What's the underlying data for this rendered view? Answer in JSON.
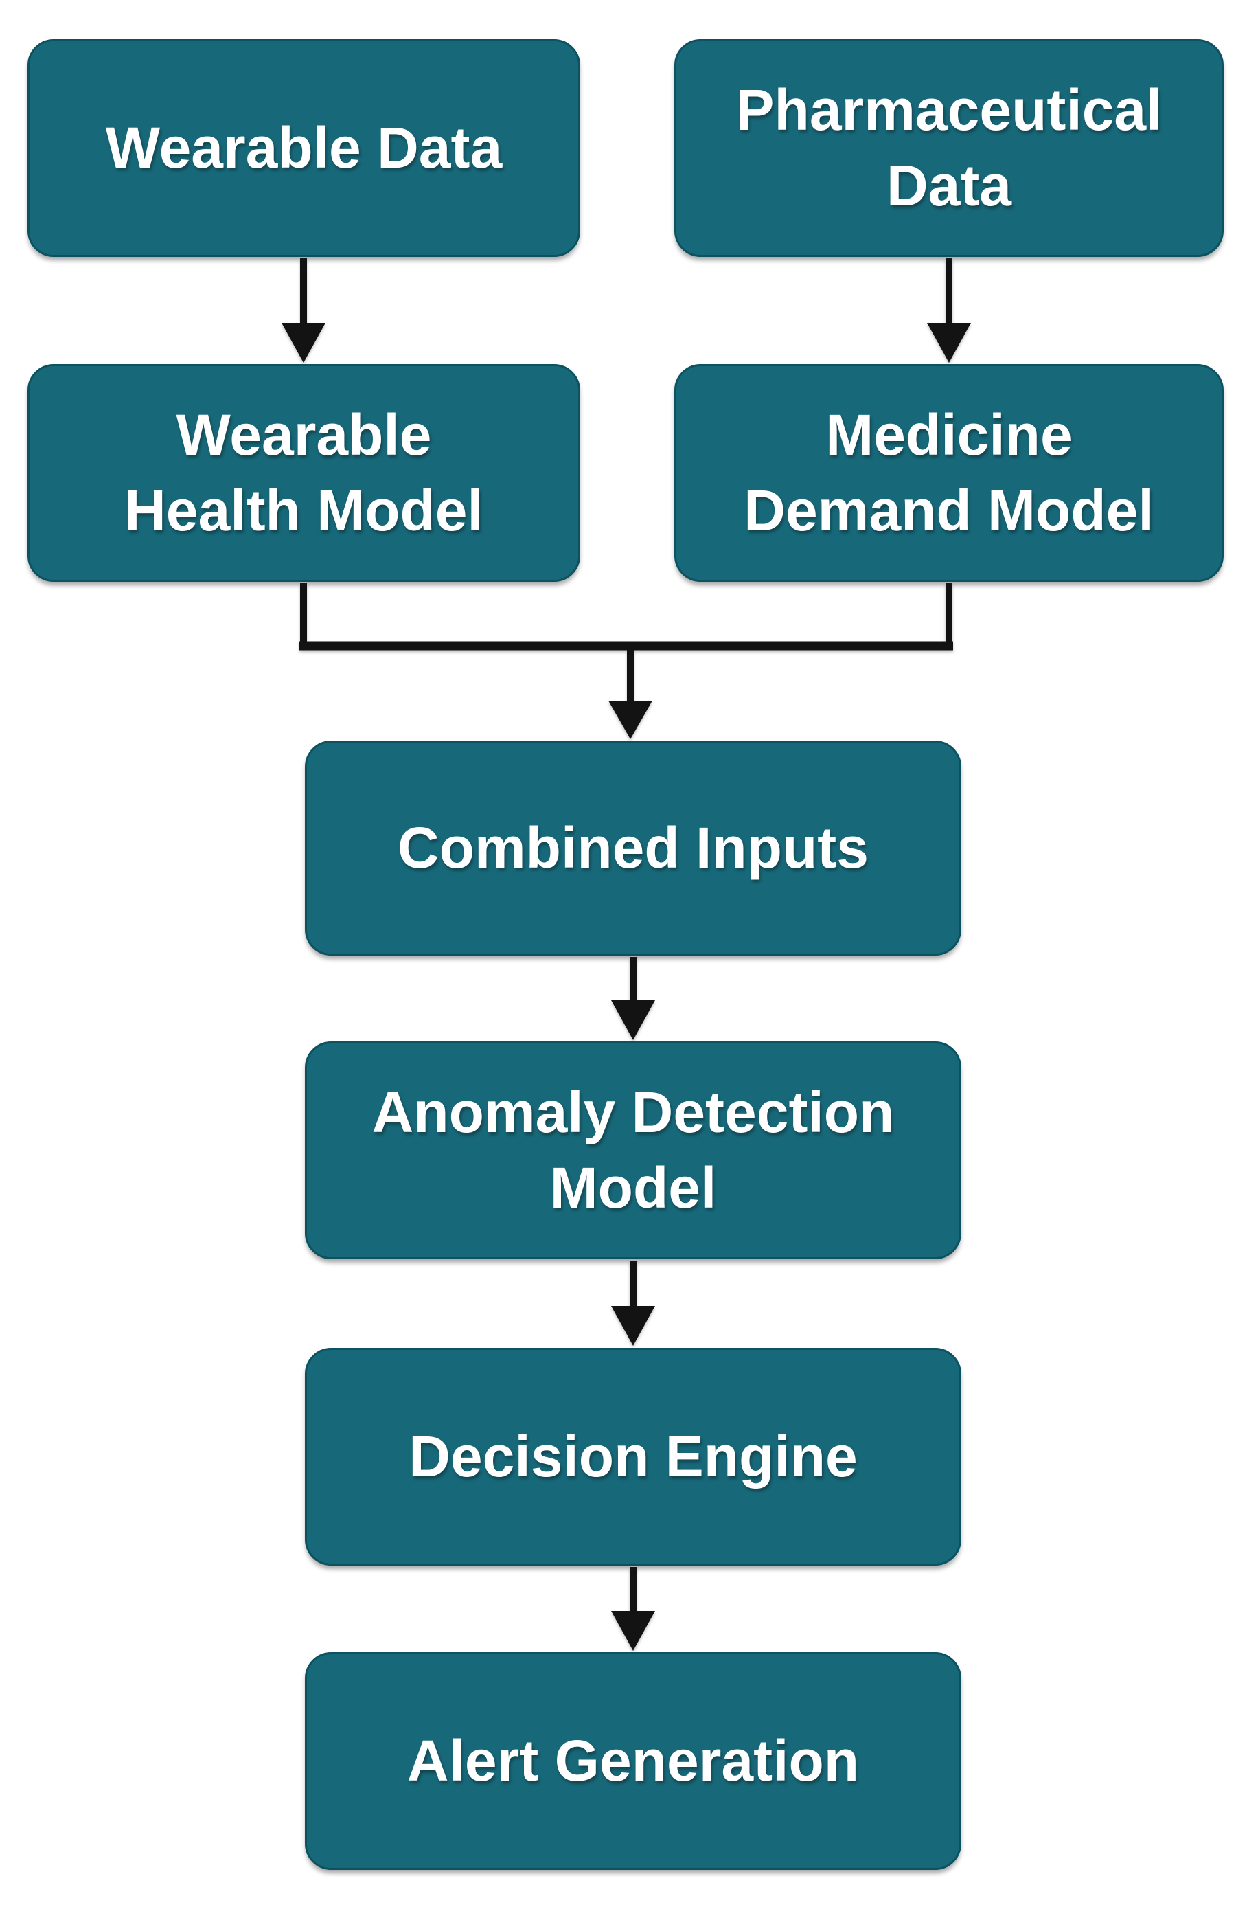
{
  "diagram": {
    "type": "flowchart",
    "nodes": [
      {
        "id": "wearable-data",
        "label": "Wearable Data"
      },
      {
        "id": "pharmaceutical-data",
        "label": "Pharmaceutical\nData"
      },
      {
        "id": "wearable-health-model",
        "label": "Wearable\nHealth Model"
      },
      {
        "id": "medicine-demand-model",
        "label": "Medicine\nDemand Model"
      },
      {
        "id": "combined-inputs",
        "label": "Combined Inputs"
      },
      {
        "id": "anomaly-detection-model",
        "label": "Anomaly Detection\nModel"
      },
      {
        "id": "decision-engine",
        "label": "Decision Engine"
      },
      {
        "id": "alert-generation",
        "label": "Alert Generation"
      }
    ],
    "edges": [
      {
        "from": "wearable-data",
        "to": "wearable-health-model"
      },
      {
        "from": "pharmaceutical-data",
        "to": "medicine-demand-model"
      },
      {
        "from": "wearable-health-model",
        "to": "combined-inputs"
      },
      {
        "from": "medicine-demand-model",
        "to": "combined-inputs"
      },
      {
        "from": "combined-inputs",
        "to": "anomaly-detection-model"
      },
      {
        "from": "anomaly-detection-model",
        "to": "decision-engine"
      },
      {
        "from": "decision-engine",
        "to": "alert-generation"
      }
    ],
    "colors": {
      "background": "#ffffff",
      "node_fill": "#17697a",
      "node_border": "#0d5260",
      "node_text": "#ffffff",
      "connector": "#131313"
    }
  }
}
